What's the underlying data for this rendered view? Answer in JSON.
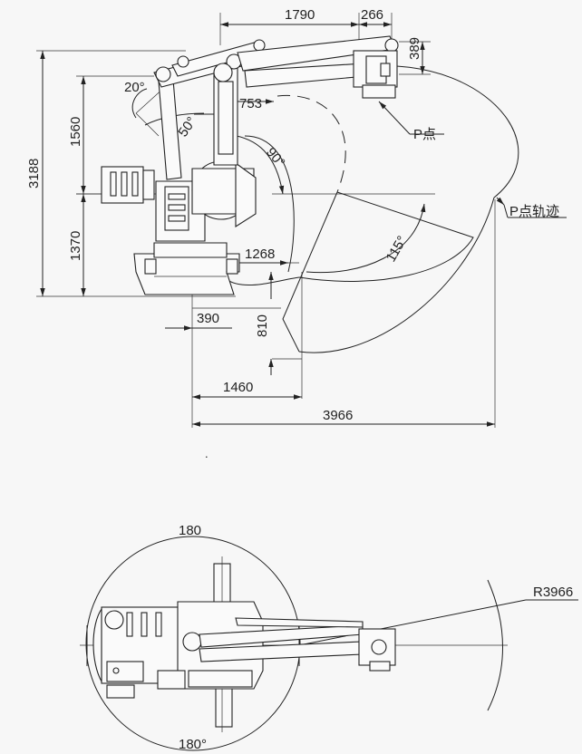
{
  "side_view": {
    "dims": {
      "top_1790": "1790",
      "top_266": "266",
      "right_389": "389",
      "left_3188": "3188",
      "left_1560": "1560",
      "left_1370": "1370",
      "mid_753": "753",
      "mid_1268": "1268",
      "bot_390": "390",
      "bot_810": "810",
      "bot_1460": "1460",
      "bot_3966": "3966"
    },
    "angles": {
      "a20": "20°",
      "a50": "50°",
      "a90": "90°",
      "a115": "115°"
    },
    "labels": {
      "p_point": "P点",
      "p_trajectory": "P点轨迹"
    }
  },
  "top_view": {
    "dims": {
      "top_180": "180",
      "bottom_180": "180°",
      "radius": "R3966"
    }
  },
  "dot": "."
}
